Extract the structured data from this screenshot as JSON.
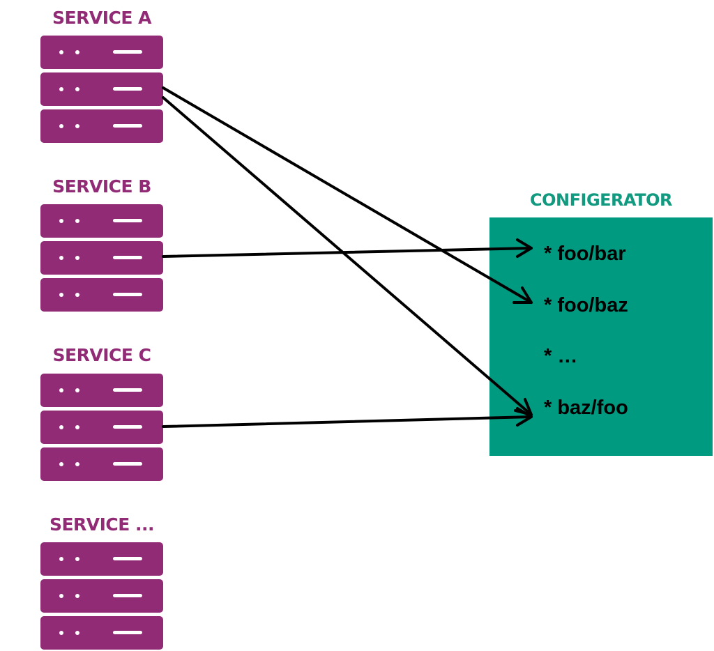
{
  "services": [
    {
      "title": "SERVICE A"
    },
    {
      "title": "SERVICE B"
    },
    {
      "title": "SERVICE C"
    },
    {
      "title": "SERVICE ..."
    }
  ],
  "configurator": {
    "title": "CONFIGERATOR",
    "items": [
      "* foo/bar",
      "* foo/baz",
      "* …",
      "* baz/foo"
    ]
  },
  "connections": [
    {
      "from": "SERVICE A",
      "to": "* foo/baz"
    },
    {
      "from": "SERVICE A",
      "to": "* baz/foo"
    },
    {
      "from": "SERVICE B",
      "to": "* foo/bar"
    },
    {
      "from": "SERVICE C",
      "to": "* baz/foo"
    }
  ],
  "colors": {
    "service": "#922b76",
    "configurator_box": "#009a80",
    "configurator_title": "#119a80",
    "arrow": "#000000"
  }
}
